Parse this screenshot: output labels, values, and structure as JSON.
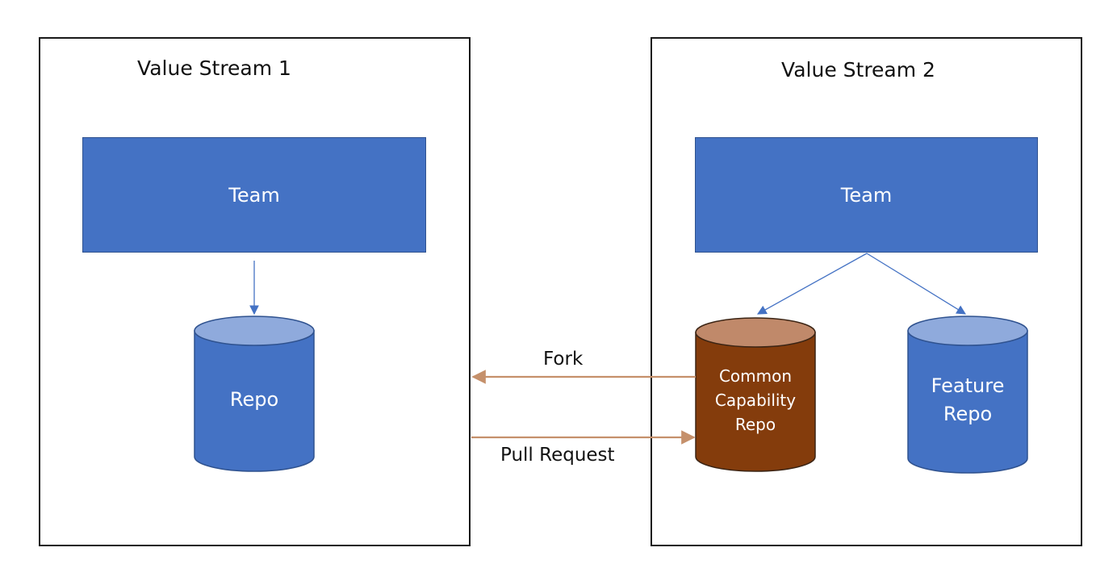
{
  "value_stream_1": {
    "title": "Value Stream 1",
    "team_label": "Team",
    "repo_label": "Repo"
  },
  "value_stream_2": {
    "title": "Value Stream 2",
    "team_label": "Team",
    "common_repo_label": "Common\nCapability\nRepo",
    "feature_repo_label": "Feature\nRepo"
  },
  "connections": {
    "fork_label": "Fork",
    "pull_request_label": "Pull Request"
  },
  "colors": {
    "team_fill": "#4472c4",
    "repo_body": "#4472c4",
    "repo_top": "#8faadc",
    "common_repo_body": "#843c0c",
    "common_repo_top": "#c0896a",
    "fork_arrow": "#c5906b",
    "team_arrow": "#4472c4"
  }
}
